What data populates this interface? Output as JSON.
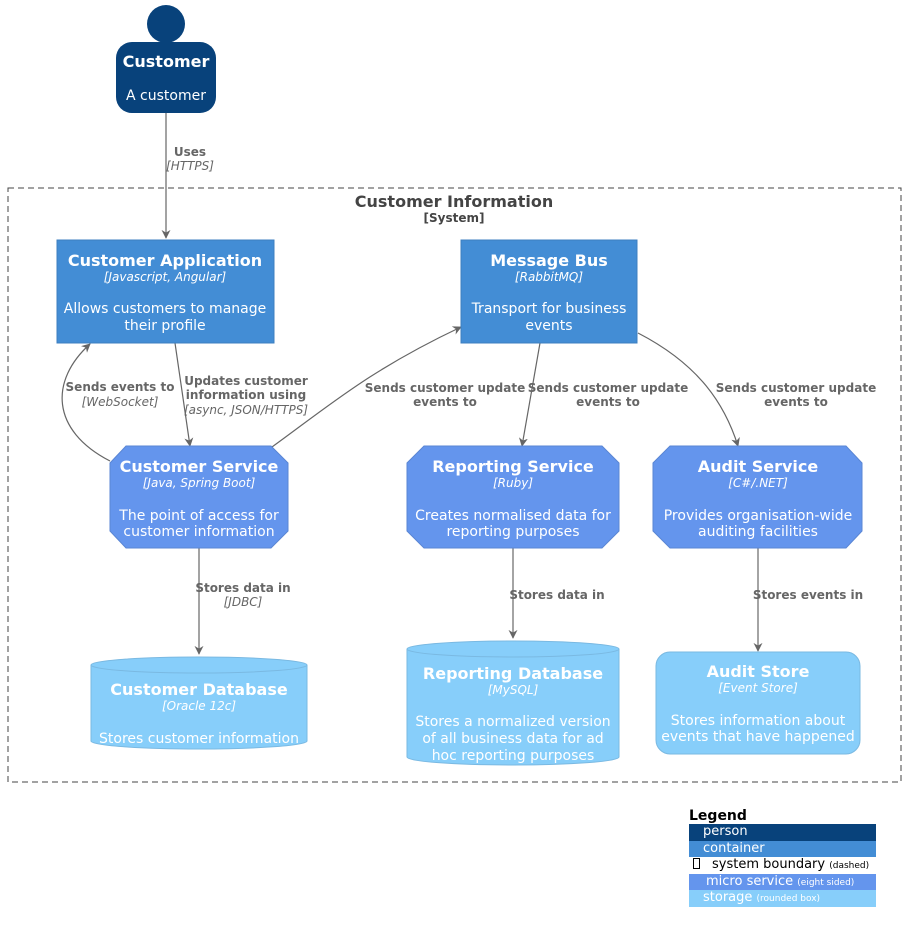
{
  "colors": {
    "person": "#08427b",
    "container": "#438dd5",
    "micro_service": "#6495ed",
    "storage": "#87cefa",
    "edge": "#666666",
    "boundary": "#444444"
  },
  "customer": {
    "name": "Customer",
    "description": "A customer"
  },
  "boundary": {
    "name": "Customer Information",
    "type": "[System]"
  },
  "customer_app": {
    "name": "Customer Application",
    "tech": "[Javascript, Angular]",
    "desc1": "Allows customers to manage",
    "desc2": "their profile"
  },
  "message_bus": {
    "name": "Message Bus",
    "tech": "[RabbitMQ]",
    "desc1": "Transport for business",
    "desc2": "events"
  },
  "customer_service": {
    "name": "Customer Service",
    "tech": "[Java, Spring Boot]",
    "desc1": "The point of access for",
    "desc2": "customer information"
  },
  "reporting_service": {
    "name": "Reporting Service",
    "tech": "[Ruby]",
    "desc1": "Creates normalised data for",
    "desc2": "reporting purposes"
  },
  "audit_service": {
    "name": "Audit Service",
    "tech": "[C#/.NET]",
    "desc1": "Provides organisation-wide",
    "desc2": "auditing facilities"
  },
  "customer_db": {
    "name": "Customer Database",
    "tech": "[Oracle 12c]",
    "desc1": "Stores customer information"
  },
  "reporting_db": {
    "name": "Reporting Database",
    "tech": "[MySQL]",
    "desc1": "Stores a normalized version",
    "desc2": "of all business data for ad",
    "desc3": "hoc reporting purposes"
  },
  "audit_store": {
    "name": "Audit Store",
    "tech": "[Event Store]",
    "desc1": "Stores information about",
    "desc2": "events that have happened"
  },
  "relations": {
    "uses": {
      "label": "Uses",
      "tech": "[HTTPS]"
    },
    "sends_websocket": {
      "label": "Sends events to",
      "tech": "[WebSocket]"
    },
    "updates_customer": {
      "label1": "Updates customer",
      "label2": "information using",
      "tech": "[async, JSON/HTTPS]"
    },
    "cs_to_bus": {
      "label1": "Sends customer update",
      "label2": "events to"
    },
    "bus_to_reporting": {
      "label1": "Sends customer update",
      "label2": "events to"
    },
    "bus_to_audit": {
      "label1": "Sends customer update",
      "label2": "events to"
    },
    "cs_stores": {
      "label": "Stores data in",
      "tech": "[JDBC]"
    },
    "rs_stores": {
      "label": "Stores data in"
    },
    "as_stores": {
      "label": "Stores events in"
    }
  },
  "legend": {
    "title": "Legend",
    "person": "person",
    "container": "container",
    "boundary": "system boundary",
    "boundary_note": "(dashed)",
    "micro_service": "micro service",
    "micro_service_note": "(eight sided)",
    "storage": "storage",
    "storage_note": "(rounded box)"
  }
}
